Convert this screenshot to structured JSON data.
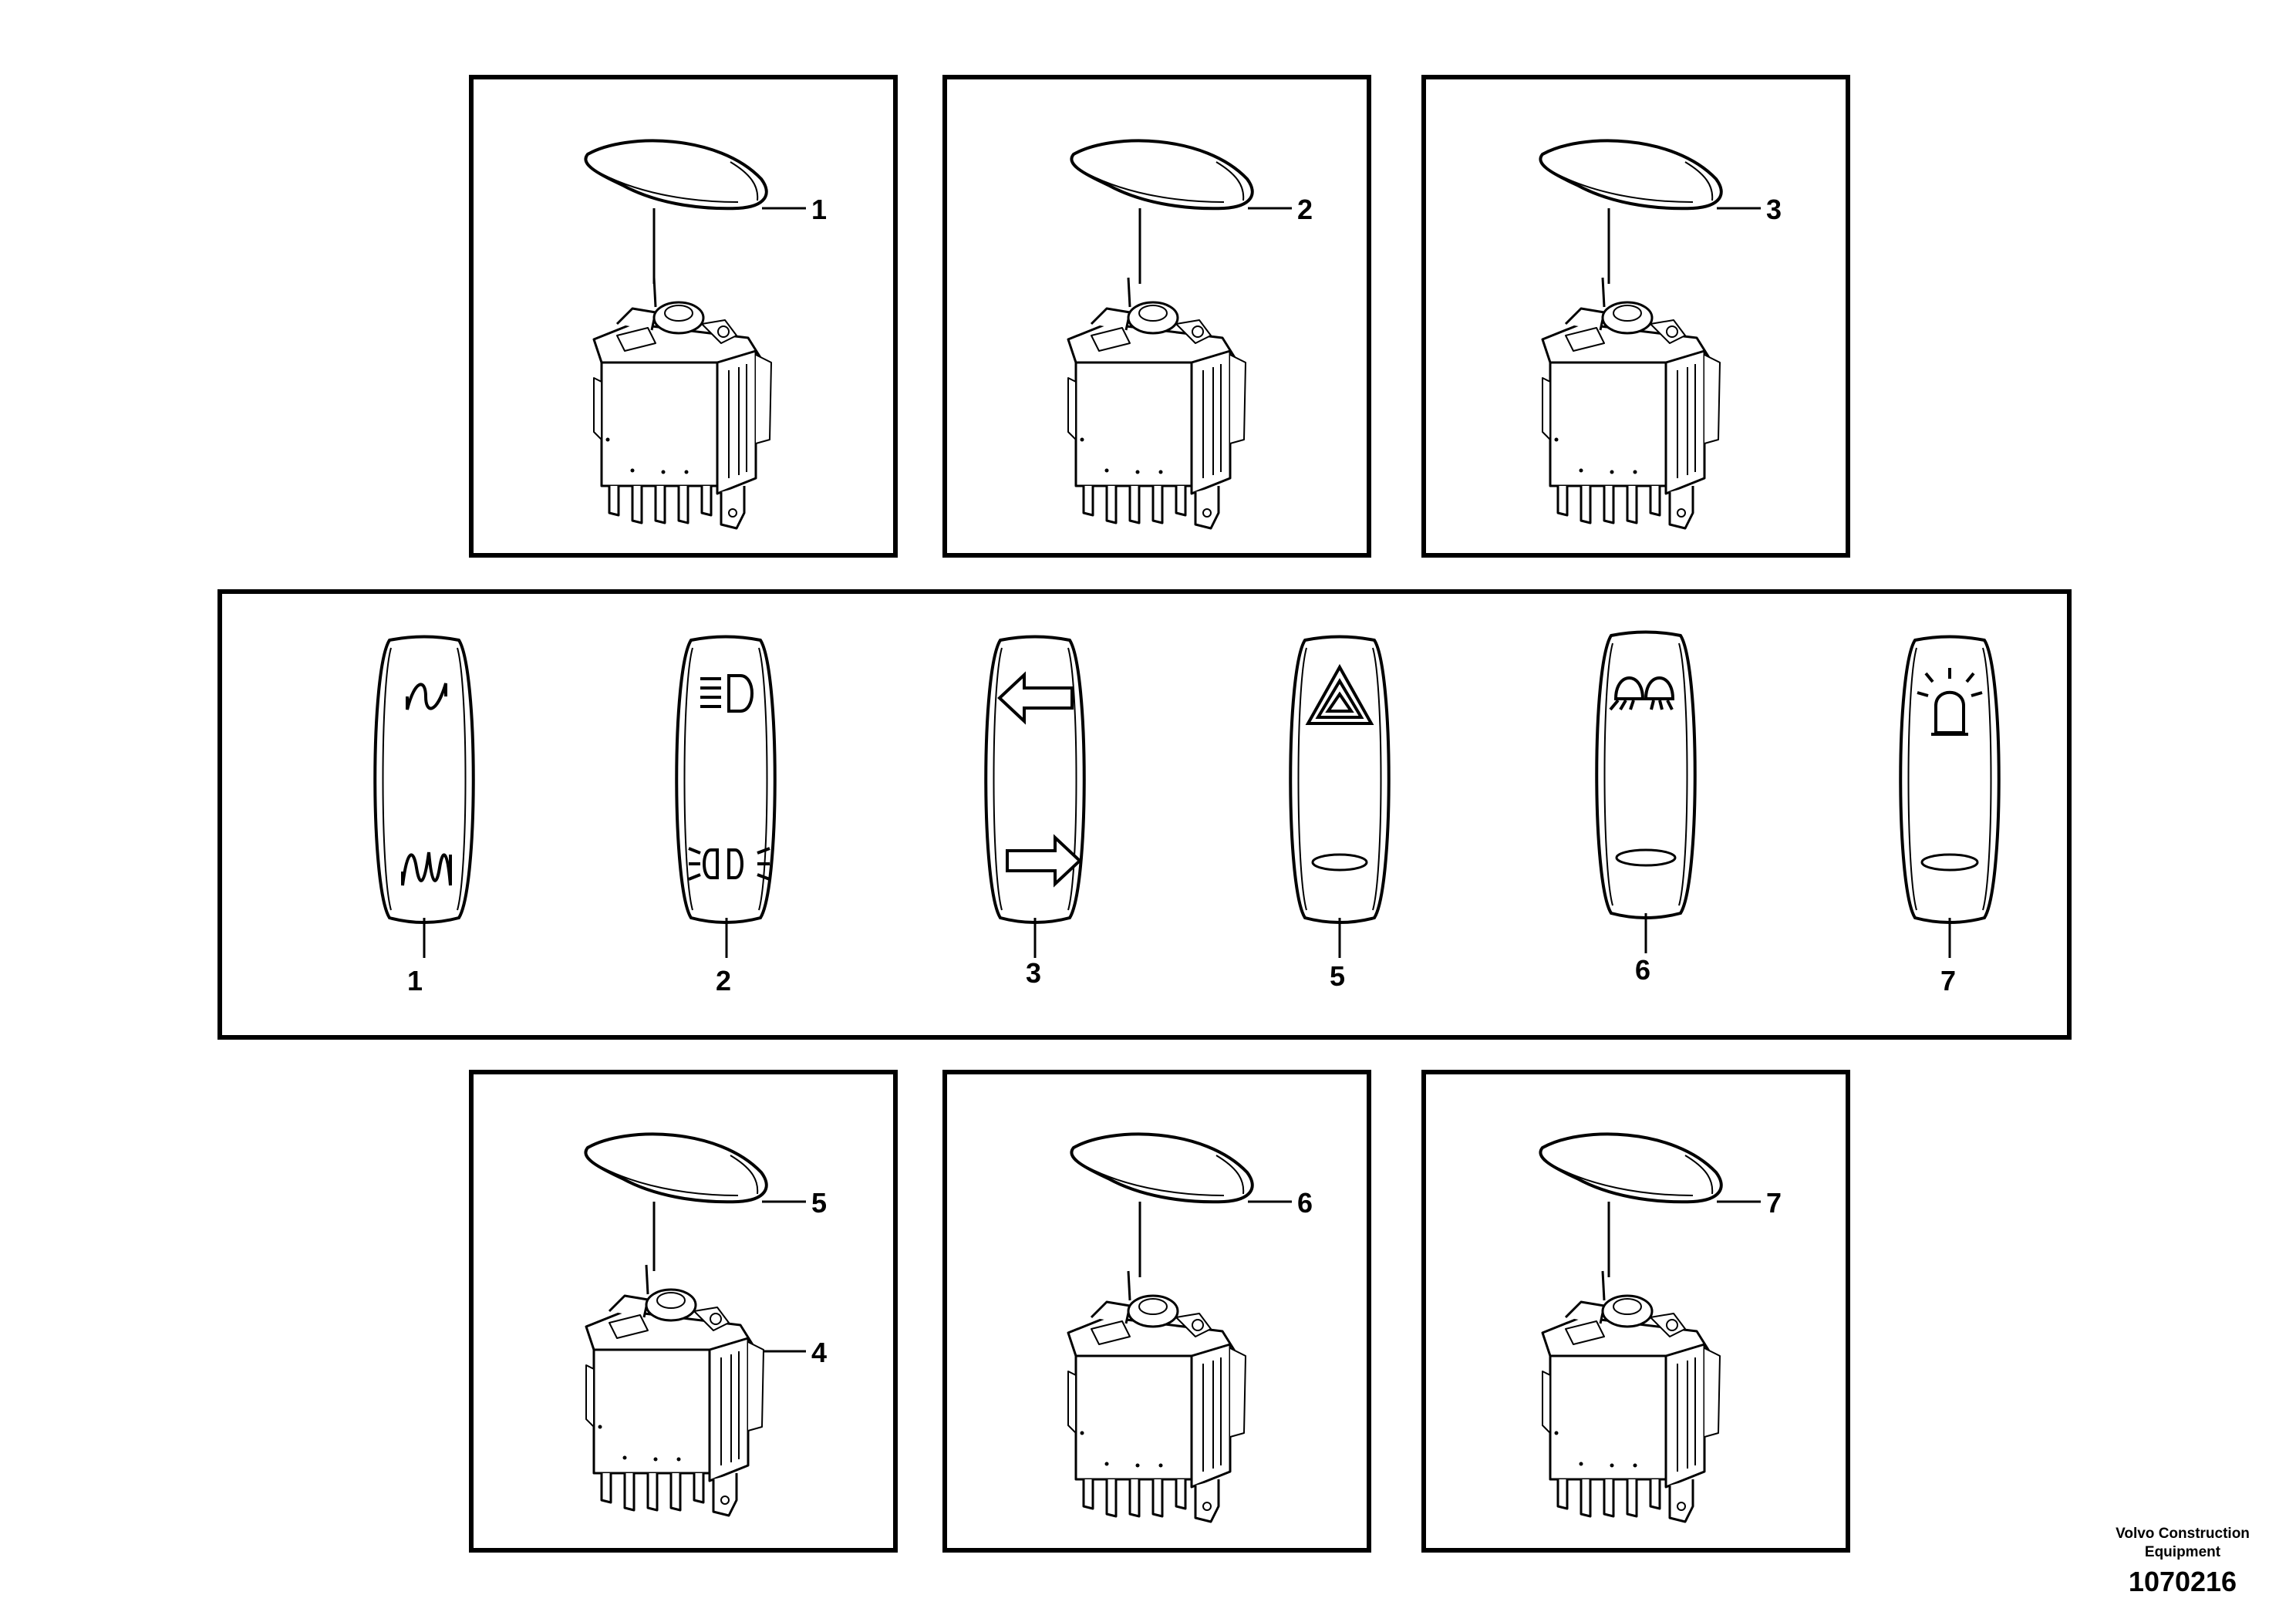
{
  "top_row": {
    "panels": [
      {
        "callouts": [
          {
            "label": "1"
          }
        ]
      },
      {
        "callouts": [
          {
            "label": "2"
          }
        ]
      },
      {
        "callouts": [
          {
            "label": "3"
          }
        ]
      }
    ]
  },
  "middle_row": {
    "caps": [
      {
        "label": "1",
        "top_icon": "oscillation-wave-icon",
        "bottom_icon": "double-oscillation-wave-icon"
      },
      {
        "label": "2",
        "top_icon": "high-beam-headlight-icon",
        "bottom_icon": "side-light-icon"
      },
      {
        "label": "3",
        "top_icon": "arrow-left-icon",
        "bottom_icon": "arrow-right-icon"
      },
      {
        "label": "5",
        "top_icon": "hazard-warning-triangle-icon",
        "bottom_icon": "indicator-lens-icon"
      },
      {
        "label": "6",
        "top_icon": "work-lights-icon",
        "bottom_icon": "indicator-lens-icon"
      },
      {
        "label": "7",
        "top_icon": "rotating-beacon-icon",
        "bottom_icon": "indicator-lens-icon"
      }
    ]
  },
  "bottom_row": {
    "panels": [
      {
        "callouts": [
          {
            "label": "5"
          },
          {
            "label": "4"
          }
        ]
      },
      {
        "callouts": [
          {
            "label": "6"
          }
        ]
      },
      {
        "callouts": [
          {
            "label": "7"
          }
        ]
      }
    ]
  },
  "footer": {
    "company_line1": "Volvo Construction",
    "company_line2": "Equipment",
    "drawing_number": "1070216"
  }
}
